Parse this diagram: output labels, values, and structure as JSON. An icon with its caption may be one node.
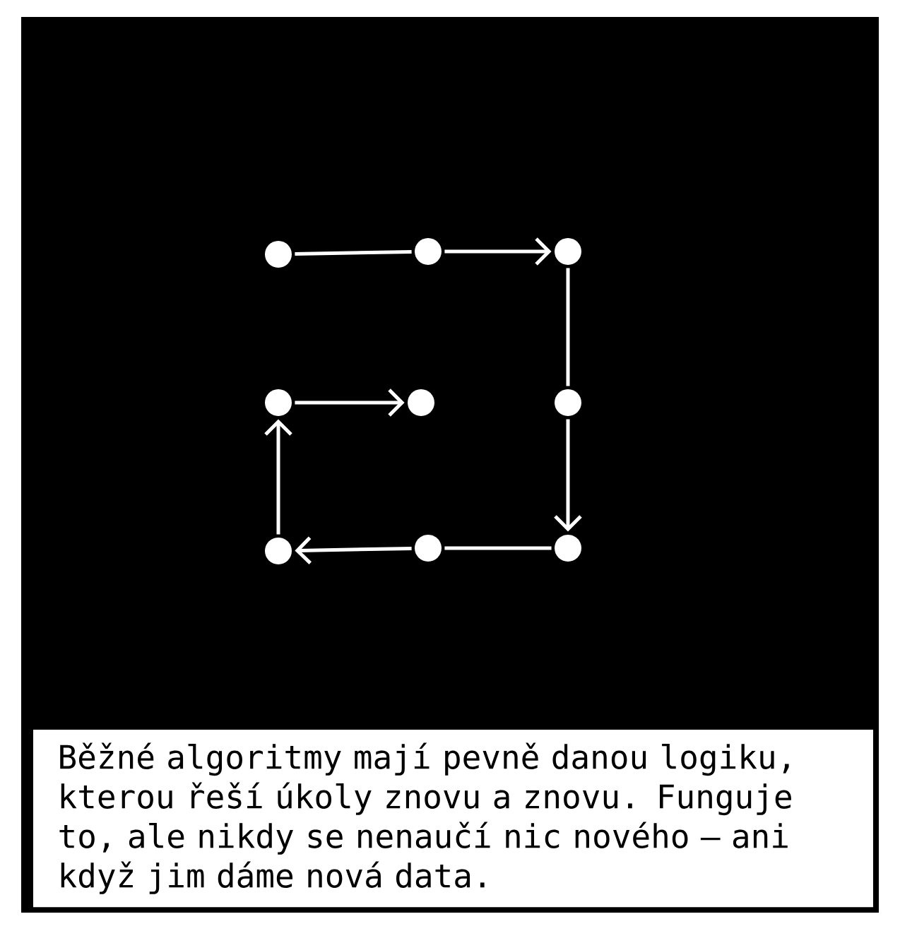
{
  "diagram": {
    "caption": "Běžné algoritmy mají pevně danou logiku, kterou řeší úkoly znovu a znovu. Funguje to, ale nikdy se nenaučí nic nového – ani když jim dáme nová data.",
    "nodes": [
      {
        "text": [],
        "shape": "circle"
      },
      {
        "text": [],
        "shape": "circle"
      },
      {
        "text": [],
        "shape": "circle"
      },
      {
        "text": [],
        "shape": "circle"
      },
      {
        "text": [],
        "shape": "circle"
      },
      {
        "text": [],
        "shape": "circle"
      },
      {
        "text": [],
        "shape": "circle"
      },
      {
        "text": [],
        "shape": "circle"
      },
      {
        "text": [],
        "shape": "circle"
      }
    ],
    "edges": [
      {
        "from": 0,
        "to": 1,
        "arrow": "none"
      },
      {
        "from": 1,
        "to": 2,
        "arrow": "to"
      },
      {
        "from": 2,
        "to": 3,
        "arrow": "none"
      },
      {
        "from": 3,
        "to": 4,
        "arrow": "to"
      },
      {
        "from": 4,
        "to": 5,
        "arrow": "none"
      },
      {
        "from": 5,
        "to": 6,
        "arrow": "to"
      },
      {
        "from": 6,
        "to": 7,
        "arrow": "to"
      },
      {
        "from": 7,
        "to": 8,
        "arrow": "to"
      }
    ]
  }
}
